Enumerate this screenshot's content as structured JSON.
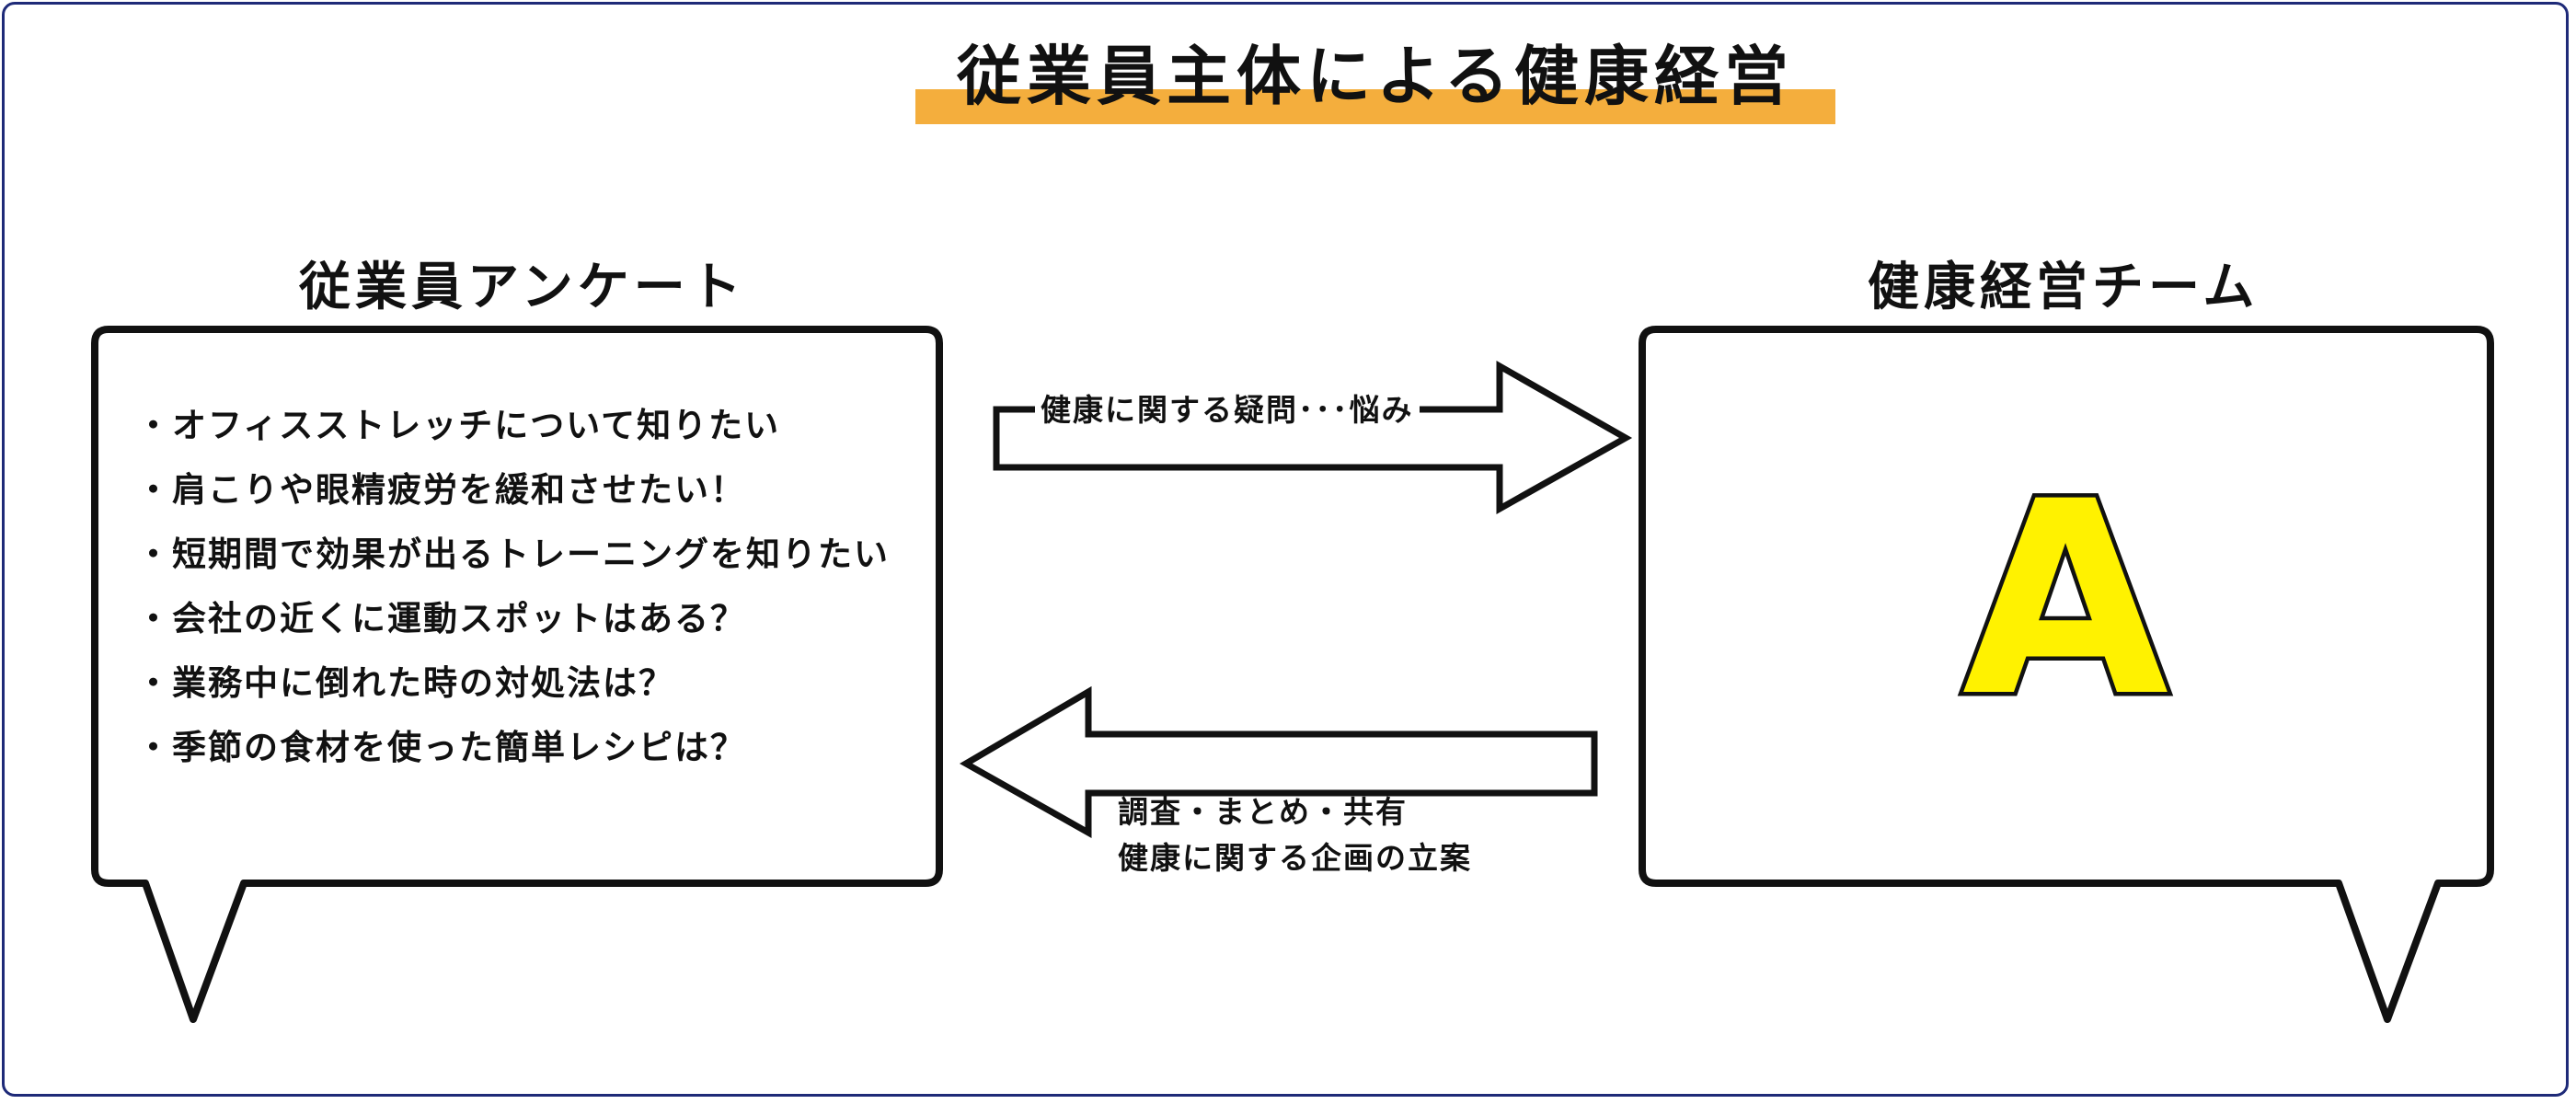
{
  "title": "従業員主体による健康経営",
  "left_box": {
    "heading": "従業員アンケート",
    "items": [
      "・オフィスストレッチについて知りたい",
      "・肩こりや眼精疲労を緩和させたい！",
      "・短期間で効果が出るトレーニングを知りたい",
      "・会社の近くに運動スポットはある？",
      "・業務中に倒れた時の対処法は？",
      "・季節の食材を使った簡単レシピは？"
    ]
  },
  "right_box": {
    "heading": "健康経営チーム",
    "letter": "A"
  },
  "arrow_to_team": {
    "label": "健康に関する疑問･･･悩み"
  },
  "arrow_to_employees": {
    "label_line1": "調査・まとめ・共有",
    "label_line2": "健康に関する企画の立案"
  },
  "colors": {
    "frame": "#1e2a78",
    "title_highlight": "#f4ae3d",
    "letter_fill": "#fff200",
    "stroke": "#111111"
  }
}
